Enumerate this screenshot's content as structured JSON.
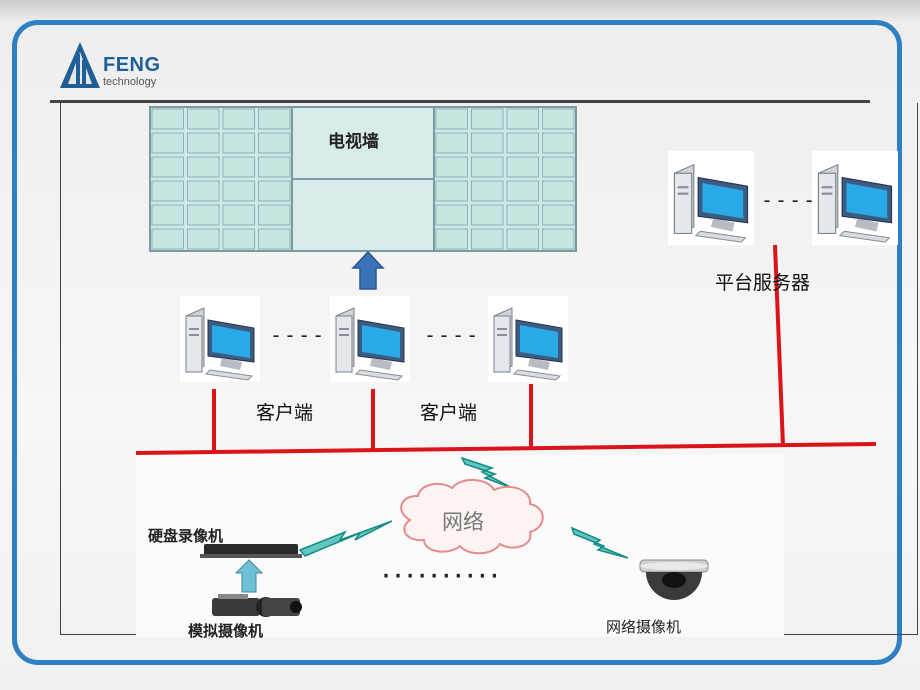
{
  "brand": {
    "name": "FENG",
    "subtitle": "technology"
  },
  "diagram": {
    "video_wall_label": "电视墙",
    "platform_server_label": "平台服务器",
    "client_label_1": "客户端",
    "client_label_2": "客户端",
    "network_label": "网络",
    "nvr_label": "硬盘录像机",
    "analog_camera_label": "模拟摄像机",
    "ip_camera_label": "网络摄像机",
    "connector_dashes": "----",
    "ellipsis_dots": "··········"
  },
  "colors": {
    "frame": "#2f7fc4",
    "network_line": "#d9141b",
    "wall_cell": "#cfe9e6",
    "wall_border": "#7a9aa0",
    "arrow": "#3a72b8"
  },
  "icons": [
    "feng-logo-icon",
    "monitor-computer-icon",
    "up-arrow-icon",
    "lightning-icon",
    "cloud-icon",
    "dvr-recorder-icon",
    "analog-camera-icon",
    "dome-camera-icon"
  ]
}
